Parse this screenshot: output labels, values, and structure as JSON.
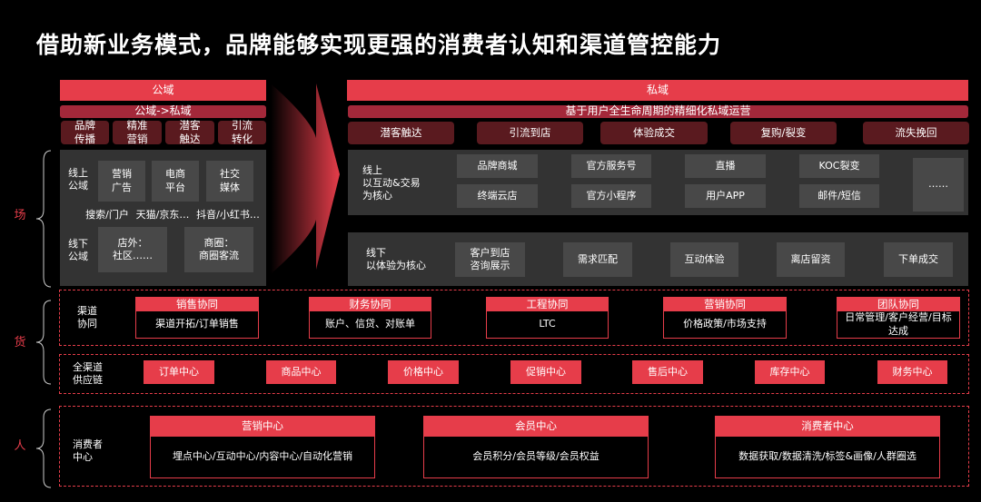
{
  "title": "借助新业务模式，品牌能够实现更强的消费者认知和渠道管控能力",
  "side_labels": {
    "chang": "场",
    "huo": "货",
    "ren": "人"
  },
  "public": {
    "header": "公域",
    "sub": "公域->私域",
    "stages": [
      "品牌\n传播",
      "精准\n营销",
      "潜客\n触达",
      "引流\n转化"
    ],
    "online_label": "线上\n公域",
    "online_boxes": [
      "营销\n广告",
      "电商\n平台",
      "社交\n媒体"
    ],
    "examples": [
      "搜索/门户",
      "天猫/京东…",
      "抖音/小红书…"
    ],
    "offline_label": "线下\n公域",
    "offline_boxes": [
      "店外：\n社区……",
      "商圈：\n商圈客流"
    ]
  },
  "private": {
    "header": "私域",
    "sub": "基于用户全生命周期的精细化私域运营",
    "stages": [
      "潜客触达",
      "引流到店",
      "体验成交",
      "复购/裂变",
      "流失挽回"
    ],
    "online_label": "线上\n以互动&交易\n为核心",
    "online_boxes": [
      "品牌商城",
      "官方服务号",
      "直播",
      "KOC裂变",
      "终端云店",
      "官方小程序",
      "用户APP",
      "邮件/短信"
    ],
    "more": "……",
    "offline_label": "线下\n以体验为核心",
    "offline_boxes": [
      "客户到店\n咨询展示",
      "需求匹配",
      "互动体验",
      "离店留资",
      "下单成交"
    ]
  },
  "channel": {
    "label": "渠道\n协同",
    "items": [
      {
        "title": "销售协同",
        "body": "渠道开拓/订单销售"
      },
      {
        "title": "财务协同",
        "body": "账户、信贷、对账单"
      },
      {
        "title": "工程协同",
        "body": "LTC"
      },
      {
        "title": "营销协同",
        "body": "价格政策/市场支持"
      },
      {
        "title": "团队协同",
        "body": "日常管理/客户经营/目标达成"
      }
    ]
  },
  "supply": {
    "label": "全渠道\n供应链",
    "items": [
      "订单中心",
      "商品中心",
      "价格中心",
      "促销中心",
      "售后中心",
      "库存中心",
      "财务中心"
    ]
  },
  "consumer": {
    "label": "消费者\n中心",
    "items": [
      {
        "title": "营销中心",
        "body": "埋点中心/互动中心/内容中心/自动化营销"
      },
      {
        "title": "会员中心",
        "body": "会员积分/会员等级/会员权益"
      },
      {
        "title": "消费者中心",
        "body": "数据获取/数据清洗/标签&画像/人群圈选"
      }
    ]
  },
  "colors": {
    "accent": "#e63d4a",
    "sub": "#a3283a",
    "stage": "#5a1a1f",
    "panel": "#333333",
    "box": "#484848"
  }
}
